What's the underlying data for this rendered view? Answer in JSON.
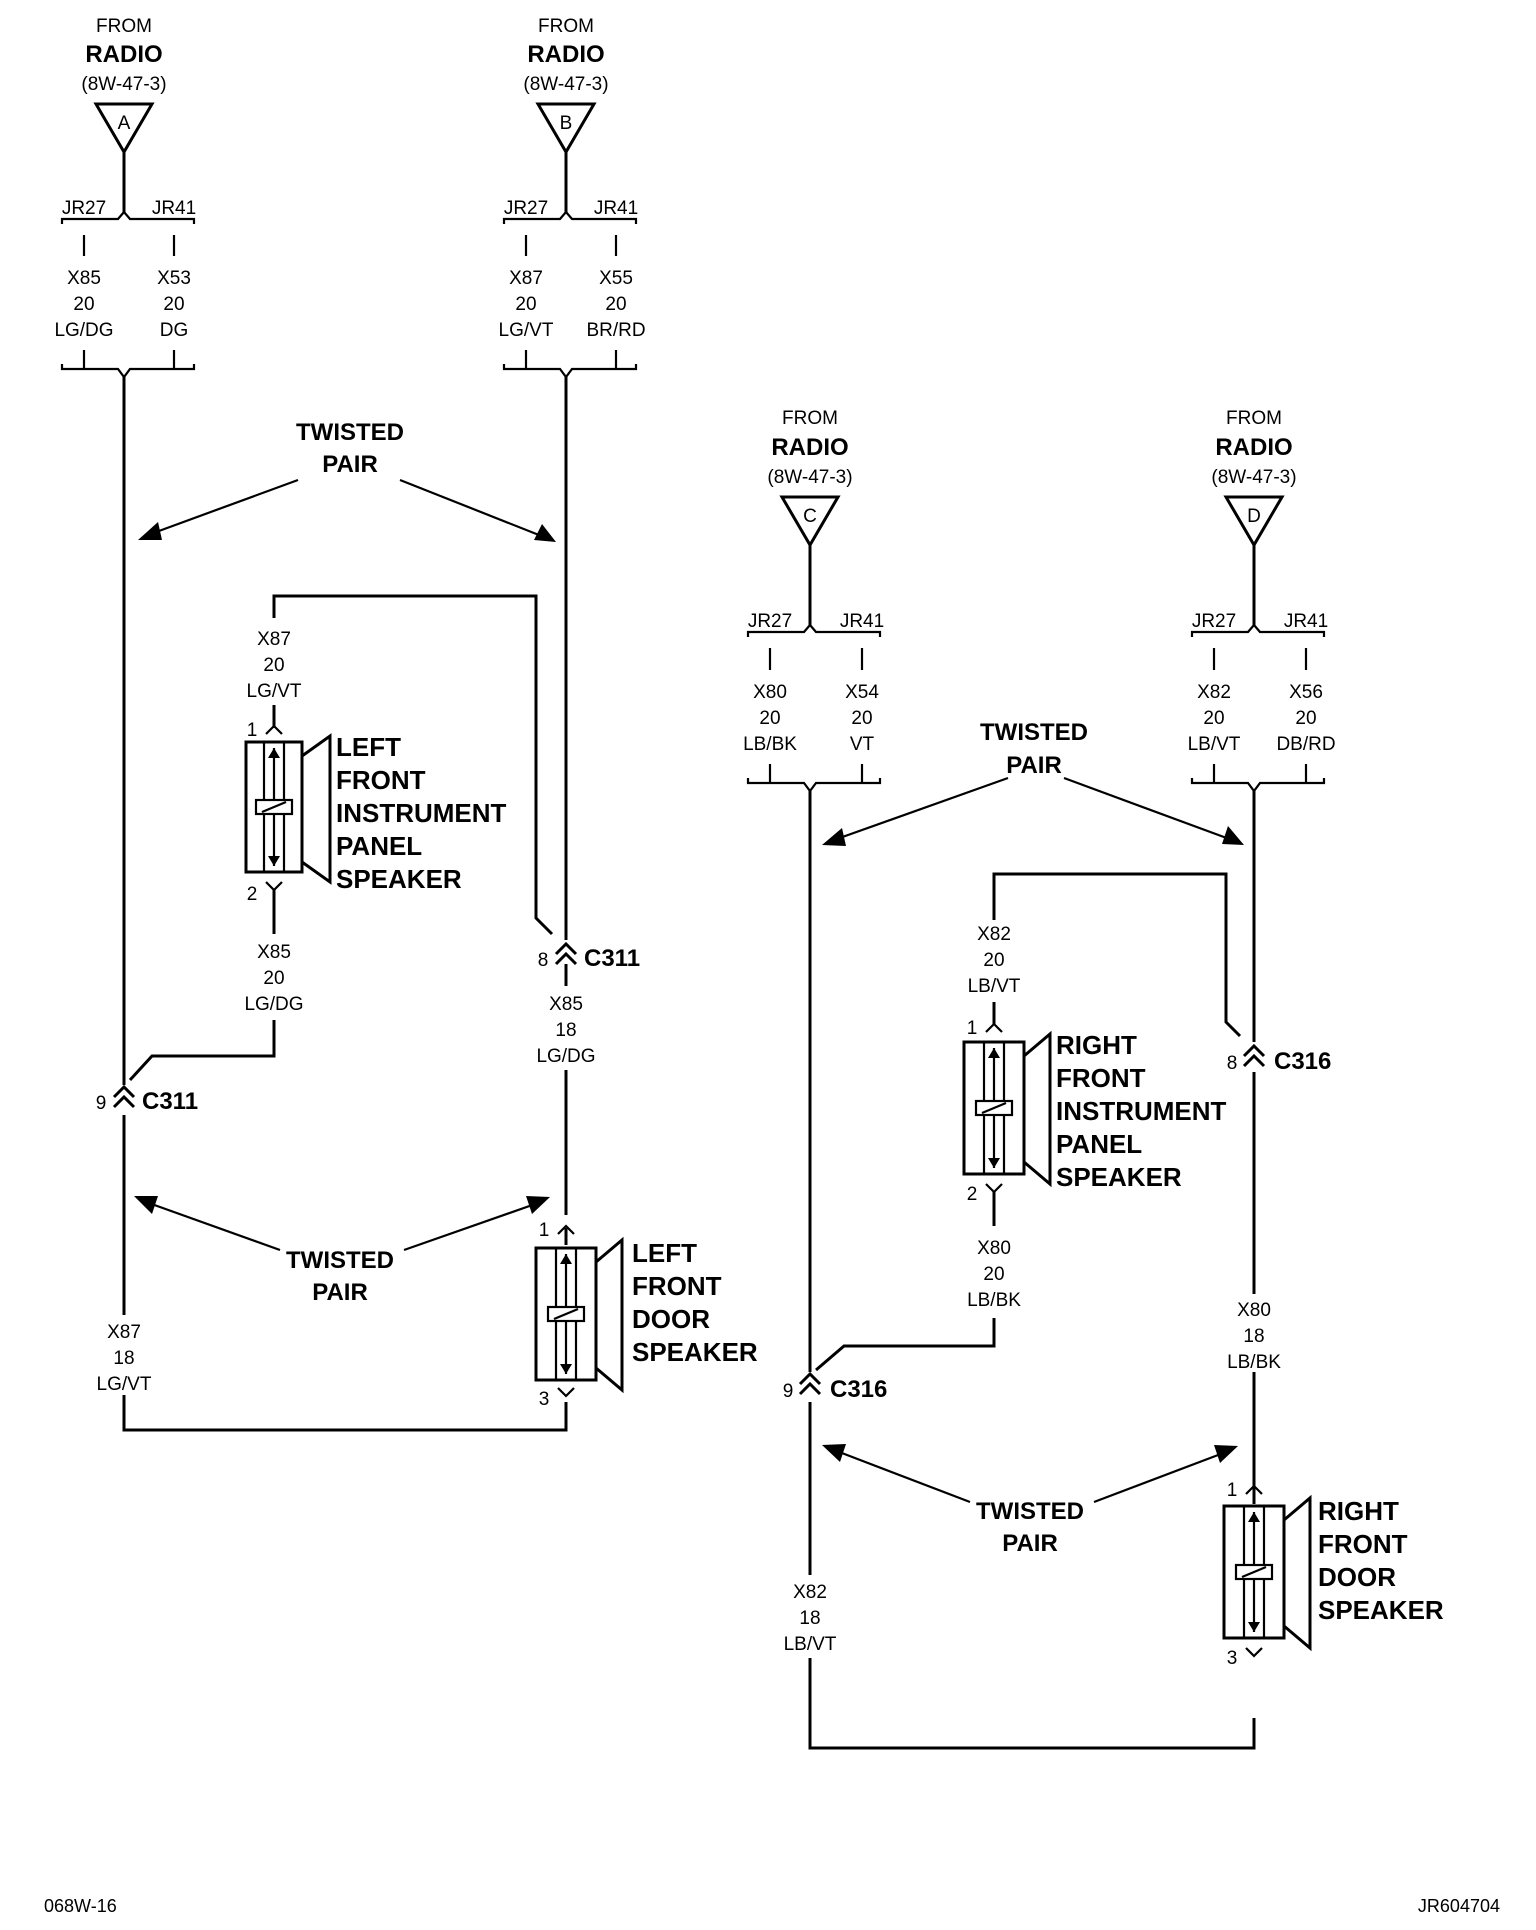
{
  "sources": [
    {
      "from": "FROM",
      "name": "RADIO",
      "ref": "(8W-47-3)",
      "letter": "A",
      "left_conn": "JR27",
      "right_conn": "JR41",
      "left_wire": [
        "X85",
        "20",
        "LG/DG"
      ],
      "right_wire": [
        "X53",
        "20",
        "DG"
      ]
    },
    {
      "from": "FROM",
      "name": "RADIO",
      "ref": "(8W-47-3)",
      "letter": "B",
      "left_conn": "JR27",
      "right_conn": "JR41",
      "left_wire": [
        "X87",
        "20",
        "LG/VT"
      ],
      "right_wire": [
        "X55",
        "20",
        "BR/RD"
      ]
    },
    {
      "from": "FROM",
      "name": "RADIO",
      "ref": "(8W-47-3)",
      "letter": "C",
      "left_conn": "JR27",
      "right_conn": "JR41",
      "left_wire": [
        "X80",
        "20",
        "LB/BK"
      ],
      "right_wire": [
        "X54",
        "20",
        "VT"
      ]
    },
    {
      "from": "FROM",
      "name": "RADIO",
      "ref": "(8W-47-3)",
      "letter": "D",
      "left_conn": "JR27",
      "right_conn": "JR41",
      "left_wire": [
        "X82",
        "20",
        "LB/VT"
      ],
      "right_wire": [
        "X56",
        "20",
        "DB/RD"
      ]
    }
  ],
  "twisted_pair": [
    "TWISTED",
    "PAIR"
  ],
  "left_side": {
    "ip_speaker": {
      "name": [
        "LEFT",
        "FRONT",
        "INSTRUMENT",
        "PANEL",
        "SPEAKER"
      ],
      "pin_top": "1",
      "pin_bottom": "2",
      "wire_in": [
        "X87",
        "20",
        "LG/VT"
      ],
      "wire_out": [
        "X85",
        "20",
        "LG/DG"
      ]
    },
    "door_speaker": {
      "name": [
        "LEFT",
        "FRONT",
        "DOOR",
        "SPEAKER"
      ],
      "pin_top": "1",
      "pin_bottom": "3"
    },
    "conn_a": {
      "pin": "8",
      "name": "C311",
      "wire": [
        "X85",
        "18",
        "LG/DG"
      ]
    },
    "conn_b": {
      "pin": "9",
      "name": "C311",
      "wire": [
        "X87",
        "18",
        "LG/VT"
      ]
    }
  },
  "right_side": {
    "ip_speaker": {
      "name": [
        "RIGHT",
        "FRONT",
        "INSTRUMENT",
        "PANEL",
        "SPEAKER"
      ],
      "pin_top": "1",
      "pin_bottom": "2",
      "wire_in": [
        "X82",
        "20",
        "LB/VT"
      ],
      "wire_out": [
        "X80",
        "20",
        "LB/BK"
      ]
    },
    "door_speaker": {
      "name": [
        "RIGHT",
        "FRONT",
        "DOOR",
        "SPEAKER"
      ],
      "pin_top": "1",
      "pin_bottom": "3"
    },
    "conn_a": {
      "pin": "8",
      "name": "C316",
      "wire": [
        "X80",
        "18",
        "LB/BK"
      ]
    },
    "conn_b": {
      "pin": "9",
      "name": "C316",
      "wire": [
        "X82",
        "18",
        "LB/VT"
      ]
    }
  },
  "footer": {
    "left": "068W-16",
    "right": "JR604704"
  }
}
